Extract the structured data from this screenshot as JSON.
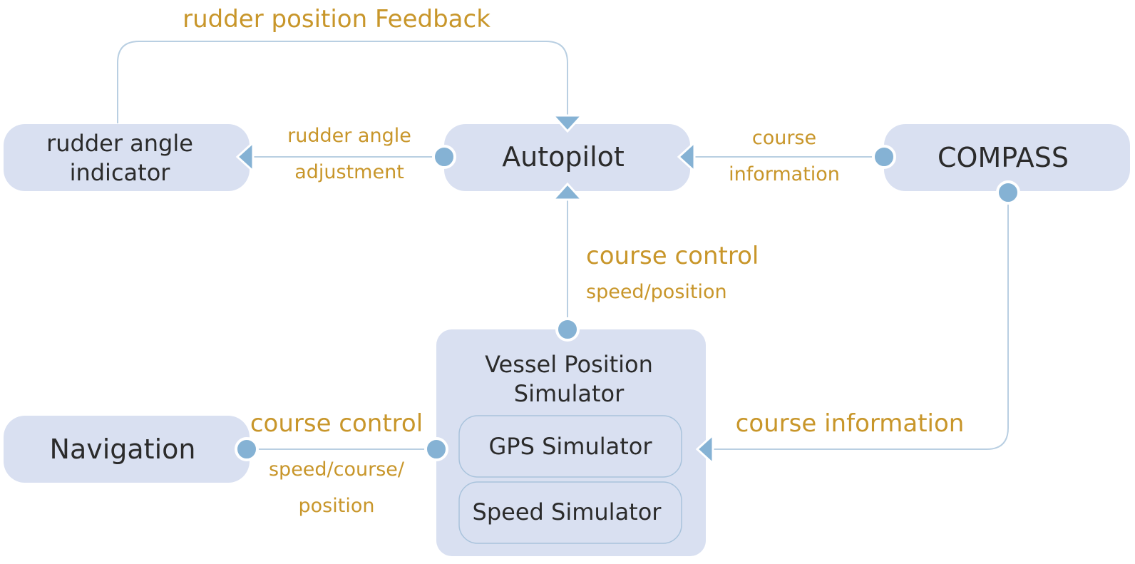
{
  "diagram": {
    "colors": {
      "node_fill": "#d9e0f1",
      "node_text": "#2b2b2b",
      "label_text": "#c8962a",
      "connector": "#b9cfe2",
      "port": "#85b2d4"
    },
    "nodes": {
      "rudder_indicator": {
        "line1": "rudder angle",
        "line2": "indicator"
      },
      "autopilot": {
        "label": "Autopilot"
      },
      "compass": {
        "label": "COMPASS"
      },
      "navigation": {
        "label": "Navigation"
      },
      "vessel_simulator": {
        "line1": "Vessel Position",
        "line2": "Simulator",
        "children": [
          {
            "label": "GPS Simulator"
          },
          {
            "label": "Speed Simulator"
          }
        ]
      }
    },
    "edges": {
      "feedback": {
        "from": "rudder angle indicator",
        "to": "Autopilot",
        "label": "rudder position Feedback"
      },
      "rudder_adjust": {
        "from": "Autopilot",
        "to": "rudder angle indicator",
        "line1": "rudder angle",
        "line2": "adjustment"
      },
      "compass_to_autopilot": {
        "from": "COMPASS",
        "to": "Autopilot",
        "line1": "course",
        "line2": "information"
      },
      "simulator_to_autopilot": {
        "from": "Vessel Position Simulator",
        "to": "Autopilot",
        "line1": "course control",
        "line2": "speed/position"
      },
      "navigation_link": {
        "from": "Vessel Position Simulator",
        "to": "Navigation",
        "line1": "course control",
        "line2": "speed/course/",
        "line3": "position"
      },
      "compass_to_simulator": {
        "from": "COMPASS",
        "to": "Vessel Position Simulator",
        "label": "course information"
      }
    }
  }
}
